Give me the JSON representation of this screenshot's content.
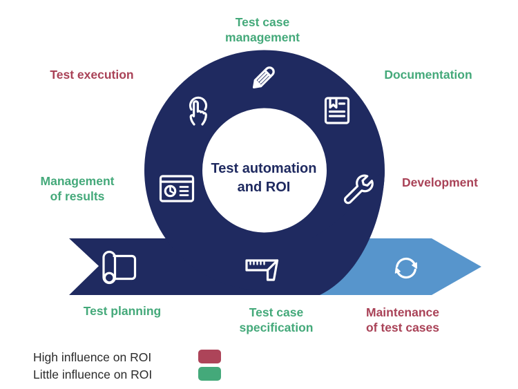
{
  "diagram": {
    "title": "Test automation\nand ROI",
    "segments": [
      {
        "id": "test-case-management",
        "label": "Test case\nmanagement",
        "influence": "little",
        "icon": "pencil-icon"
      },
      {
        "id": "documentation",
        "label": "Documentation",
        "influence": "little",
        "icon": "book-bookmark-icon"
      },
      {
        "id": "development",
        "label": "Development",
        "influence": "high",
        "icon": "wrench-icon"
      },
      {
        "id": "maintenance-of-test-cases",
        "label": "Maintenance\nof test cases",
        "influence": "high",
        "icon": "sync-arrows-icon"
      },
      {
        "id": "test-case-specification",
        "label": "Test case\nspecification",
        "influence": "little",
        "icon": "folding-ruler-icon"
      },
      {
        "id": "test-planning",
        "label": "Test planning",
        "influence": "little",
        "icon": "scroll-icon"
      },
      {
        "id": "management-of-results",
        "label": "Management\nof results",
        "influence": "little",
        "icon": "dashboard-icon"
      },
      {
        "id": "test-execution",
        "label": "Test execution",
        "influence": "high",
        "icon": "tap-icon"
      }
    ],
    "legend": [
      {
        "label": "High influence on ROI",
        "color": "#AD4459"
      },
      {
        "label": "Little influence on ROI",
        "color": "#44A97A"
      }
    ],
    "colors": {
      "loop_navy": "#1F2A60",
      "maintenance_blue": "#5795CC",
      "little_influence_green": "#44A97A",
      "high_influence_red": "#A94257",
      "legend_text": "#2B2B2B"
    }
  }
}
